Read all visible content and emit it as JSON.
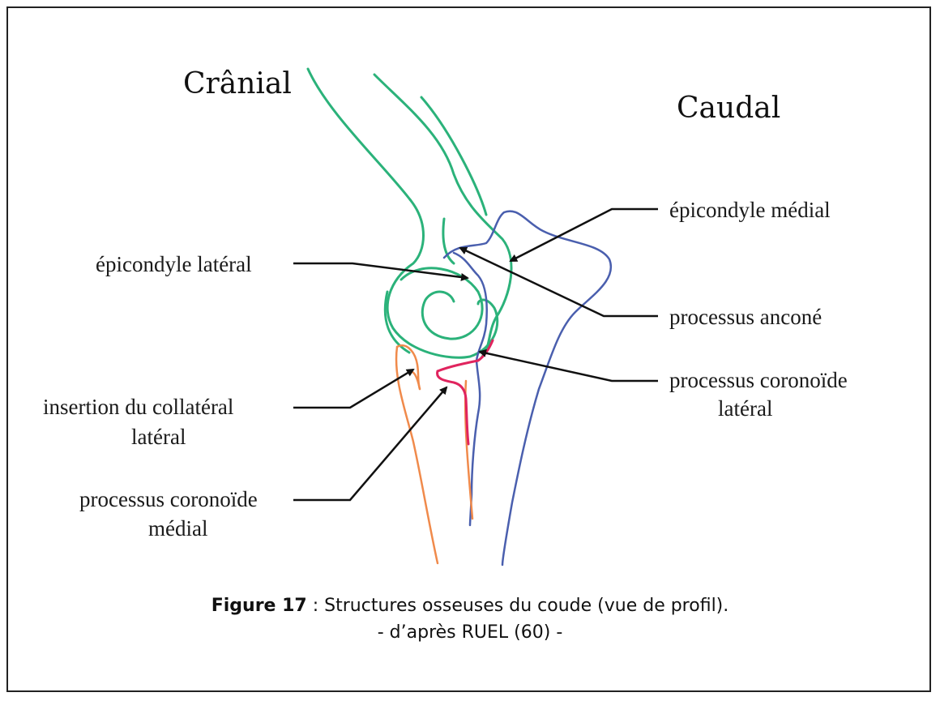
{
  "diagram": {
    "orientation": {
      "left": "Crânial",
      "right": "Caudal"
    },
    "labels": {
      "epicondyle_lateral": "épicondyle latéral",
      "epicondyle_medial": "épicondyle médial",
      "processus_ancone": "processus anconé",
      "coronoid_lateral_line1": "processus coronoïde",
      "coronoid_lateral_line2": "latéral",
      "collateral_line1": "insertion du collatéral",
      "collateral_line2": "latéral",
      "coronoid_medial_line1": "processus coronoïde",
      "coronoid_medial_line2": "médial"
    },
    "colors": {
      "humerus": "#2bb27a",
      "ulna": "#4a5fae",
      "radius": "#f08a4b",
      "coronoid": "#e0245e",
      "leader": "#111111"
    }
  },
  "caption": {
    "figure_label": "Figure 17",
    "title": " : Structures osseuses du coude (vue de profil).",
    "source": "- d’après RUEL (60) -"
  }
}
